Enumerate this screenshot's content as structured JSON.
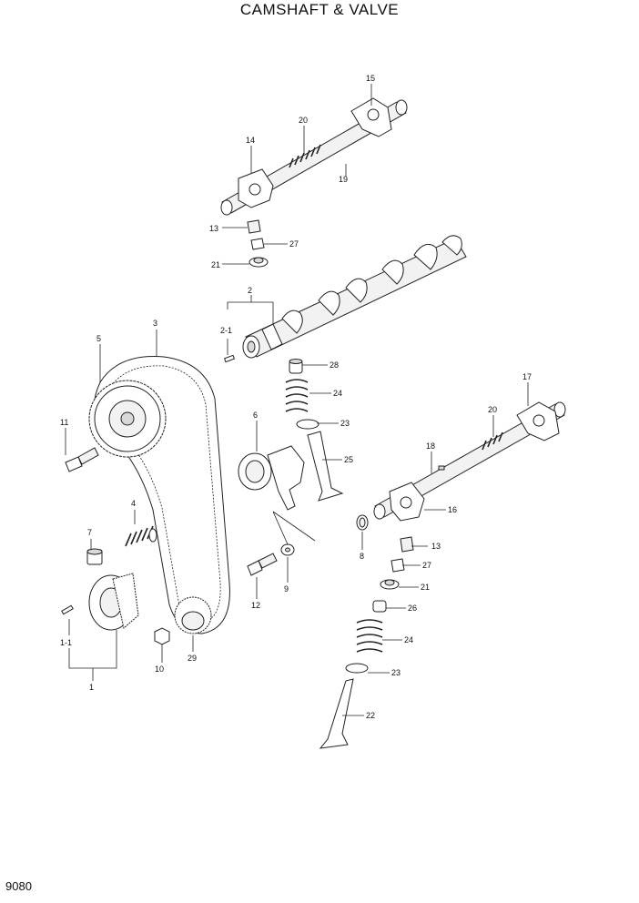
{
  "title": "CAMSHAFT & VALVE",
  "page_id": "9080",
  "callouts": {
    "c1": "1",
    "c1_1": "1-1",
    "c2": "2",
    "c2_1": "2-1",
    "c3": "3",
    "c4": "4",
    "c5": "5",
    "c6": "6",
    "c7": "7",
    "c8": "8",
    "c9": "9",
    "c10": "10",
    "c11": "11",
    "c12": "12",
    "c13a": "13",
    "c13b": "13",
    "c14": "14",
    "c15": "15",
    "c16": "16",
    "c17": "17",
    "c18": "18",
    "c19": "19",
    "c20a": "20",
    "c20b": "20",
    "c21a": "21",
    "c21b": "21",
    "c22": "22",
    "c23a": "23",
    "c23b": "23",
    "c24a": "24",
    "c24b": "24",
    "c25": "25",
    "c26": "26",
    "c27a": "27",
    "c27b": "27",
    "c28": "28",
    "c29": "29"
  }
}
